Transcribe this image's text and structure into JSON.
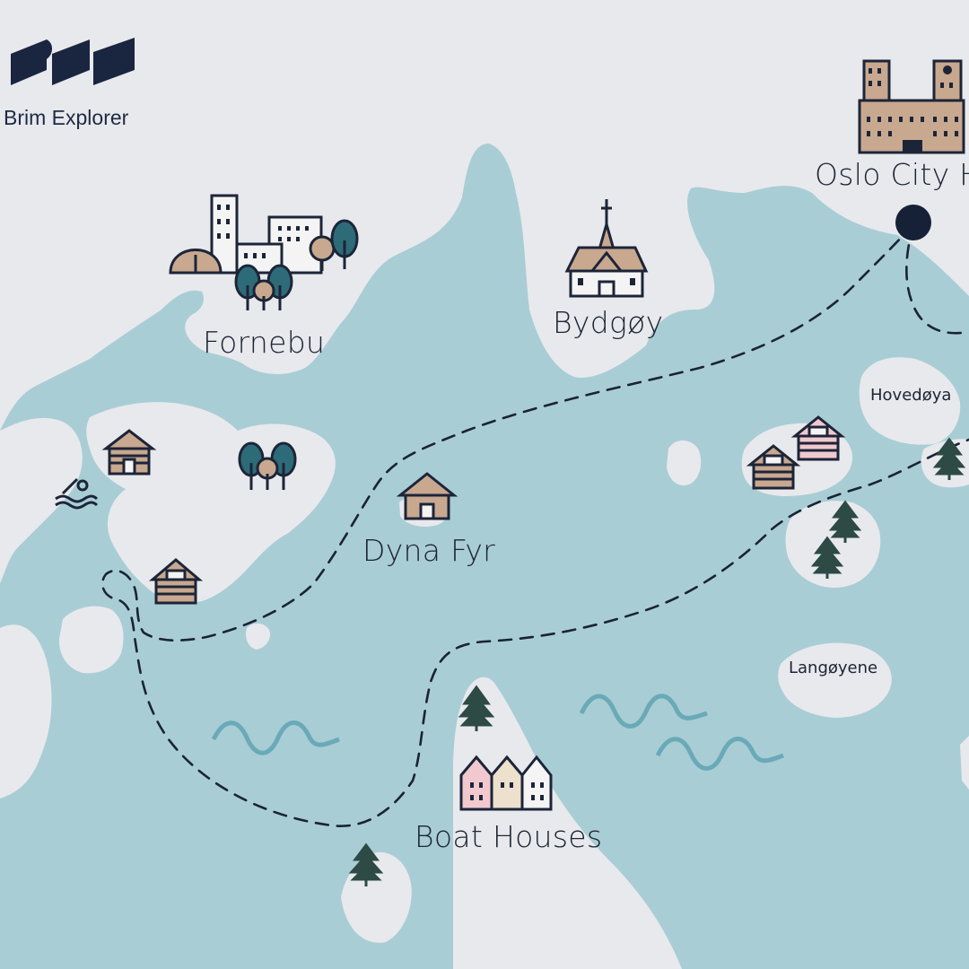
{
  "brand": {
    "name": "Brim Explorer",
    "logo_icon": "wave-logo-icon"
  },
  "colors": {
    "water": "#a9cdd5",
    "land": "#e8e9ed",
    "route": "#1a2336",
    "navy": "#1c2538",
    "tan": "#c8a88f",
    "teal": "#2e6b78",
    "wave": "#6aaab8",
    "pine": "#2d4a45",
    "pink": "#f2c8cf"
  },
  "places": {
    "oslo_city_hall": "Oslo City Hall",
    "bygdoy": "Bydgøy",
    "fornebu": "Fornebu",
    "dyna_fyr": "Dyna Fyr",
    "boat_houses": "Boat Houses",
    "hovedoya": "Hovedøya",
    "langoyene": "Langøyene"
  },
  "route": {
    "start": "Oslo City Hall",
    "style": "dashed"
  }
}
